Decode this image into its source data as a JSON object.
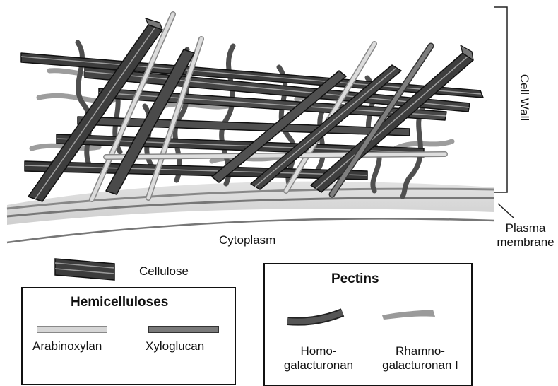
{
  "labels": {
    "cell_wall": "Cell Wall",
    "plasma_membrane_1": "Plasma",
    "plasma_membrane_2": "membrane",
    "cytoplasm": "Cytoplasm"
  },
  "legend": {
    "cellulose": "Cellulose",
    "hemicelluloses": {
      "title": "Hemicelluloses",
      "items": [
        "Arabinoxylan",
        "Xyloglucan"
      ]
    },
    "pectins": {
      "title": "Pectins",
      "homo_1": "Homo-",
      "homo_2": "galacturonan",
      "rhamno_1": "Rhamno-",
      "rhamno_2": "galacturonan I"
    }
  },
  "colors": {
    "cellulose_dark": "#3a3a3a",
    "cellulose_mid": "#6e6e6e",
    "arabinoxylan": "#d2d2d2",
    "xyloglucan": "#7a7a7a",
    "homogalacturonan": "#4a4a4a",
    "rhamnogalacturonan": "#9a9a9a",
    "membrane": "#d9d9d9",
    "membrane_line": "#777777"
  }
}
